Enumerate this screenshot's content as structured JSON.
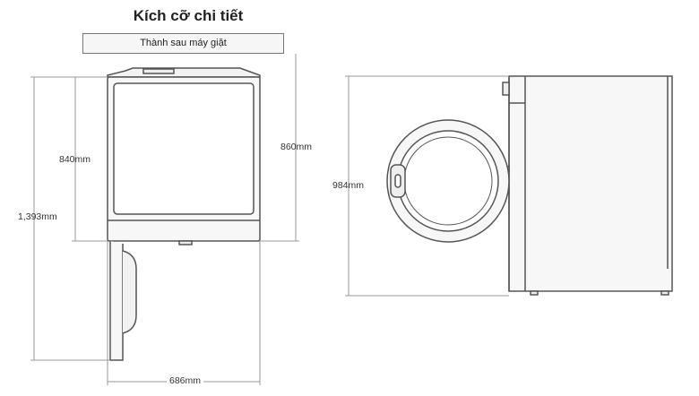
{
  "title": "Kích cỡ chi tiết",
  "subtitle_bar": "Thành sau máy giặt",
  "dimensions": {
    "total_height_door_open": "1,393mm",
    "body_height_left": "840mm",
    "body_height_right": "860mm",
    "width": "686mm",
    "side_height": "984mm"
  },
  "colors": {
    "line": "#555555",
    "dim_line": "#9a9a9a",
    "fill": "#f2f2f2"
  }
}
